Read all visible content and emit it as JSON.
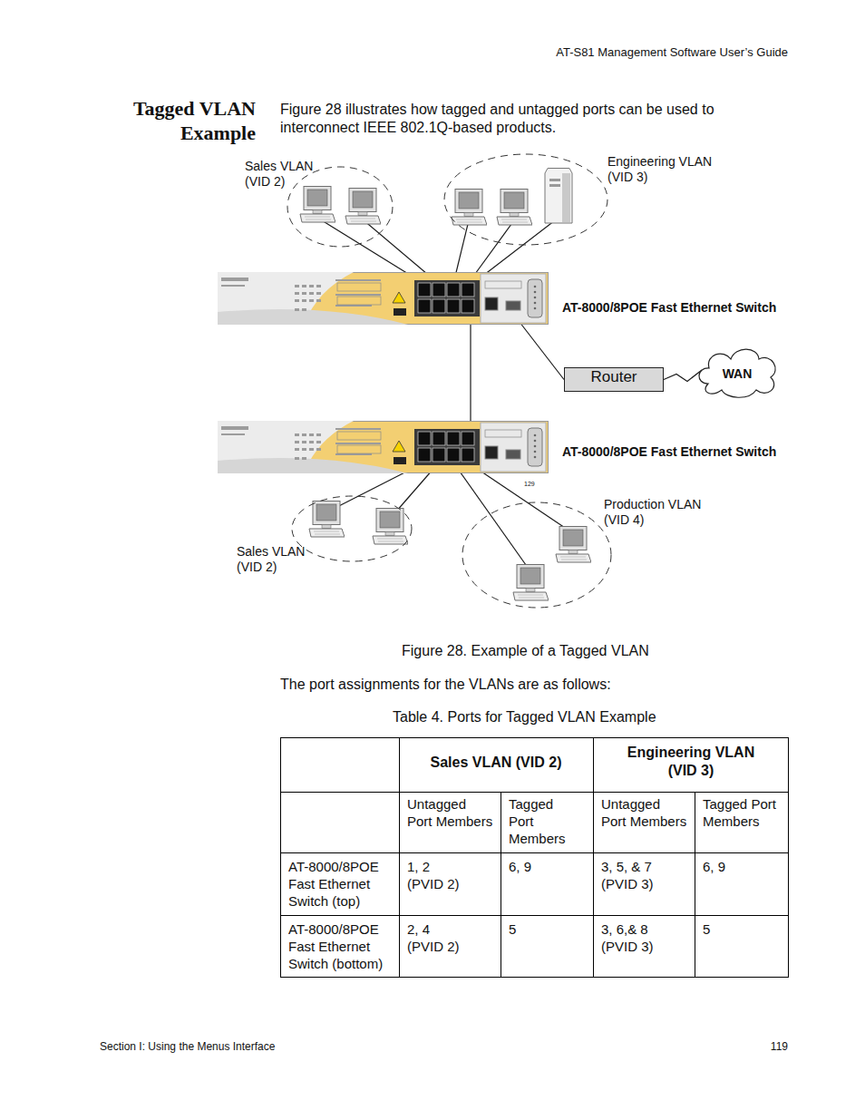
{
  "diagram": {
    "title": "Tagged VLAN Example",
    "caption": "Figure 28. Example of a Tagged VLAN",
    "nodes": [
      {
        "text": [
          "Sales VLAN (VID 2)"
        ]
      },
      {
        "text": [
          "Engineering VLAN (VID 3)"
        ]
      },
      {
        "text": [
          "AT-8000/8POE Fast Ethernet Switch"
        ]
      },
      {
        "text": [
          "Router"
        ]
      },
      {
        "text": [
          "WAN"
        ]
      },
      {
        "text": [
          "AT-8000/8POE Fast Ethernet Switch"
        ]
      },
      {
        "text": [
          "Sales VLAN (VID 2)"
        ]
      },
      {
        "text": [
          "Production VLAN (VID 4)"
        ]
      }
    ],
    "edges": [
      {
        "from": 0,
        "to": 2,
        "arrow": "none"
      },
      {
        "from": 0,
        "to": 2,
        "arrow": "none"
      },
      {
        "from": 1,
        "to": 2,
        "arrow": "none"
      },
      {
        "from": 1,
        "to": 2,
        "arrow": "none"
      },
      {
        "from": 1,
        "to": 2,
        "arrow": "none"
      },
      {
        "from": 2,
        "to": 5,
        "arrow": "none"
      },
      {
        "from": 2,
        "to": 3,
        "arrow": "none"
      },
      {
        "from": 3,
        "to": 4,
        "arrow": "none"
      },
      {
        "from": 5,
        "to": 6,
        "arrow": "none"
      },
      {
        "from": 5,
        "to": 6,
        "arrow": "none"
      },
      {
        "from": 5,
        "to": 7,
        "arrow": "none"
      },
      {
        "from": 5,
        "to": 7,
        "arrow": "none"
      }
    ],
    "labels": [
      "AT-S81 Management Software User’s Guide",
      "Figure 28 illustrates how tagged and untagged ports can be used to interconnect IEEE 802.1Q-based products.",
      "129",
      "The port assignments for the VLANs are as follows:",
      "Table 4. Ports for Tagged VLAN Example",
      "Sales VLAN (VID 2)",
      "Engineering VLAN (VID 3)",
      "Untagged Port Members",
      "Tagged Port Members",
      "Untagged Port Members",
      "Tagged Port Members",
      "AT-8000/8POE Fast Ethernet Switch (top)",
      "1, 2 (PVID 2)",
      "6, 9",
      "3, 5, & 7 (PVID 3)",
      "6, 9",
      "AT-8000/8POE Fast Ethernet Switch (bottom)",
      "2, 4 (PVID 2)",
      "5",
      "3, 6,& 8 (PVID 3)",
      "5",
      "Section I: Using the Menus Interface",
      "119"
    ]
  }
}
